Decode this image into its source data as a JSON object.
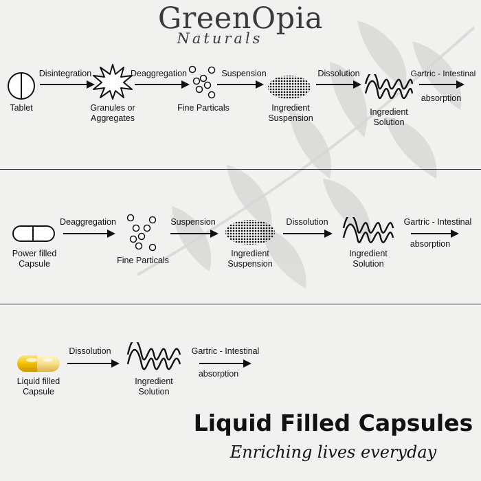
{
  "brand": {
    "name": "GreenOpia",
    "sub": "Naturals"
  },
  "row1": {
    "tablet": "Tablet",
    "disintegration": "Disintegration",
    "granules": "Granules or\nAggregates",
    "deaggregation": "Deaggregation",
    "fine_particals": "Fine Particals",
    "suspension": "Suspension",
    "ingredient_suspension": "Ingredient\nSuspension",
    "dissolution": "Dissolution",
    "ingredient_solution": "Ingredient\nSolution",
    "gartric": "Gartric - Intestinal",
    "absorption": "absorption"
  },
  "row2": {
    "powder_capsule": "Power filled\nCapsule",
    "deaggregation": "Deaggregation",
    "fine_particals": "Fine Particals",
    "suspension": "Suspension",
    "ingredient_suspension": "Ingredient\nSuspension",
    "dissolution": "Dissolution",
    "ingredient_solution": "Ingredient\nSolution",
    "gartric": "Gartric - Intestinal",
    "absorption": "absorption"
  },
  "row3": {
    "liquid_capsule": "Liquid filled\nCapsule",
    "dissolution": "Dissolution",
    "ingredient_solution": "Ingredient\nSolution",
    "gartric": "Gartric - Intestinal",
    "absorption": "absorption"
  },
  "title": "Liquid Filled Capsules",
  "tagline": "Enriching lives everyday",
  "colors": {
    "ink": "#111111",
    "background": "#f1f1ef",
    "capsule_yellow": "#f2c200"
  }
}
